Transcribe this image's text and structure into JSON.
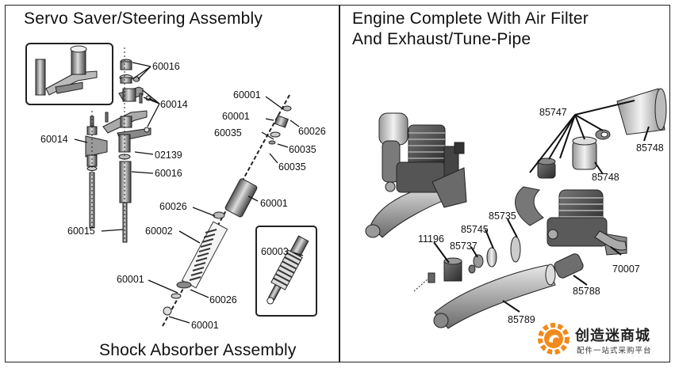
{
  "left_panel": {
    "title": "Servo Saver/Steering Assembly",
    "bottom_title": "Shock Absorber Assembly",
    "labels": {
      "p60016_a": "60016",
      "p60014_a": "60014",
      "p60014_b": "60014",
      "p02139": "02139",
      "p60016_b": "60016",
      "p60015": "60015",
      "p60001_a": "60001",
      "p60001_b": "60001",
      "p60026_a": "60026",
      "p60035_a": "60035",
      "p60035_b": "60035",
      "p60035_c": "60035",
      "p60001_c": "60001",
      "p60026_b": "60026",
      "p60002": "60002",
      "p60003": "60003",
      "p60001_d": "60001",
      "p60026_c": "60026",
      "p60001_e": "60001"
    }
  },
  "right_panel": {
    "title_line1": "Engine Complete With Air Filter",
    "title_line2": "And Exhaust/Tune-Pipe",
    "labels": {
      "p85747": "85747",
      "p85748_a": "85748",
      "p85748_b": "85748",
      "p85735": "85735",
      "p85745": "85745",
      "p11196": "11196",
      "p85737": "85737",
      "p70007": "70007",
      "p85788": "85788",
      "p85789": "85789"
    }
  },
  "watermark": {
    "name": "创造迷商城",
    "tagline": "配件一站式采购平台",
    "accent_color": "#f08a1c"
  }
}
